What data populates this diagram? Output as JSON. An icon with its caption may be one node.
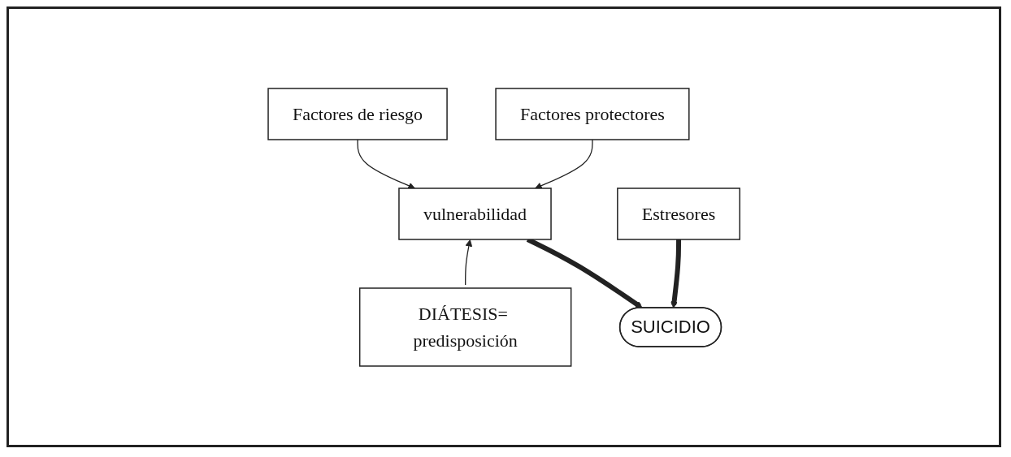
{
  "diagram": {
    "nodes": [
      {
        "text": [
          "Factores de riesgo"
        ]
      },
      {
        "text": [
          "Factores protectores"
        ]
      },
      {
        "text": [
          "vulnerabilidad"
        ]
      },
      {
        "text": [
          "Estresores"
        ]
      },
      {
        "text": [
          "SUICIDIO"
        ]
      },
      {
        "text": [
          "DIÁTESIS= predisposición"
        ]
      }
    ],
    "edges": [
      {
        "from": 0,
        "to": 2,
        "arrow": "to"
      },
      {
        "from": 1,
        "to": 2,
        "arrow": "to"
      },
      {
        "from": 5,
        "to": 2,
        "arrow": "to"
      },
      {
        "from": 2,
        "to": 4,
        "arrow": "to",
        "style": "thick"
      },
      {
        "from": 3,
        "to": 4,
        "arrow": "to",
        "style": "thick"
      }
    ]
  }
}
